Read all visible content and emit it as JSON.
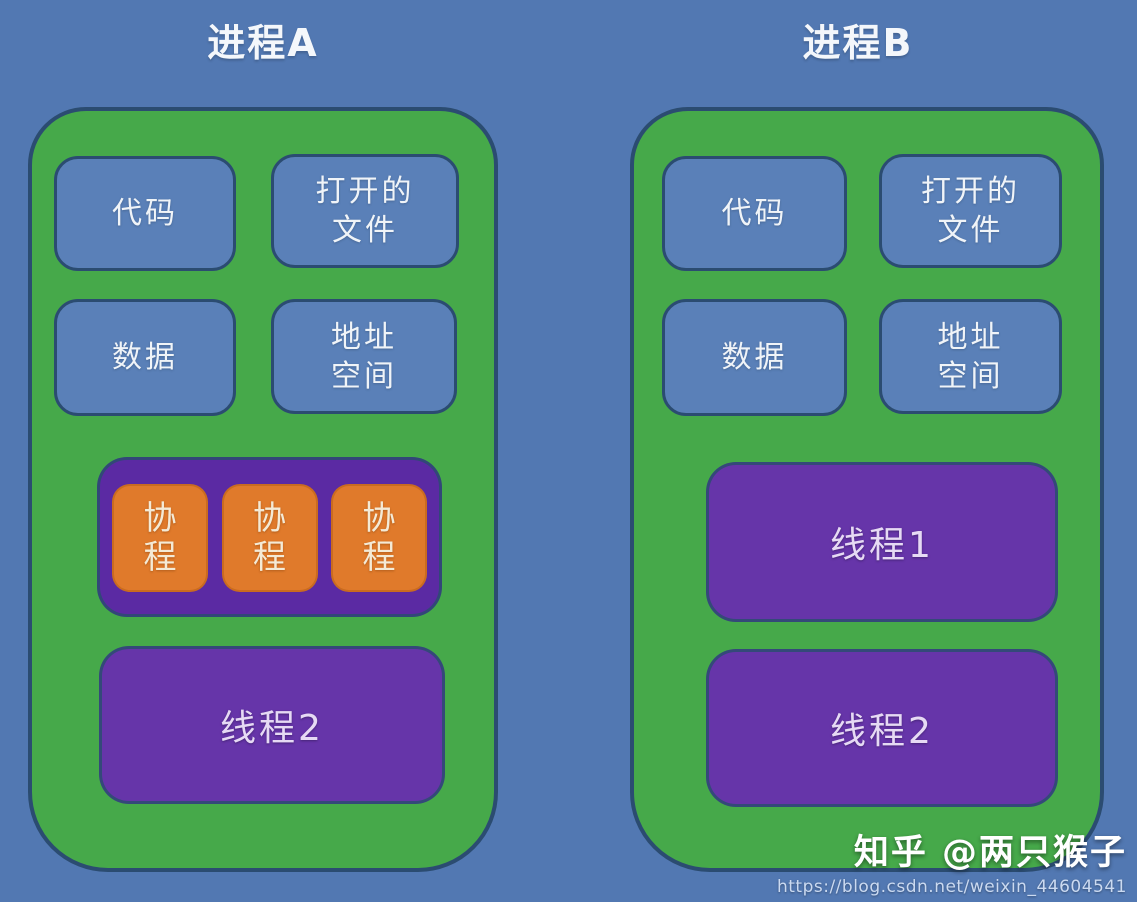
{
  "colors": {
    "background": "#5278b2",
    "container_green": "#46a94a",
    "outline_navy": "#2b4c71",
    "resource_blue": "#5a80b8",
    "thread_purple": "#6635a9",
    "coroutine_group_purple": "#5b2aa3",
    "coroutine_orange": "#e07a2b"
  },
  "process_a": {
    "title": "进程A",
    "resources": [
      {
        "name": "code",
        "label": "代码"
      },
      {
        "name": "open-files",
        "label": "打开的\n文件"
      },
      {
        "name": "data",
        "label": "数据"
      },
      {
        "name": "address-space",
        "label": "地址\n空间"
      }
    ],
    "coroutine_group": {
      "coroutines": [
        {
          "label": "协\n程"
        },
        {
          "label": "协\n程"
        },
        {
          "label": "协\n程"
        }
      ]
    },
    "threads": [
      {
        "label": "线程2"
      }
    ]
  },
  "process_b": {
    "title": "进程B",
    "resources": [
      {
        "name": "code",
        "label": "代码"
      },
      {
        "name": "open-files",
        "label": "打开的\n文件"
      },
      {
        "name": "data",
        "label": "数据"
      },
      {
        "name": "address-space",
        "label": "地址\n空间"
      }
    ],
    "threads": [
      {
        "label": "线程1"
      },
      {
        "label": "线程2"
      }
    ]
  },
  "watermark": {
    "brand": "知乎 @两只猴子",
    "url": "https://blog.csdn.net/weixin_44604541"
  }
}
